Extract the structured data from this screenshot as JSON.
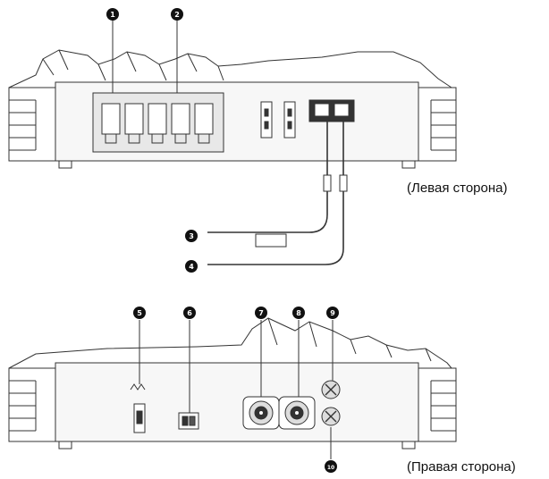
{
  "labels": {
    "left_side": "(Левая сторона)",
    "right_side": "(Правая сторона)"
  },
  "callouts": [
    "1",
    "2",
    "3",
    "4",
    "5",
    "6",
    "7",
    "8",
    "9",
    "10"
  ],
  "colors": {
    "line": "#333333",
    "fill": "#f2f2f2",
    "badge": "#111111",
    "text": "#111111"
  }
}
